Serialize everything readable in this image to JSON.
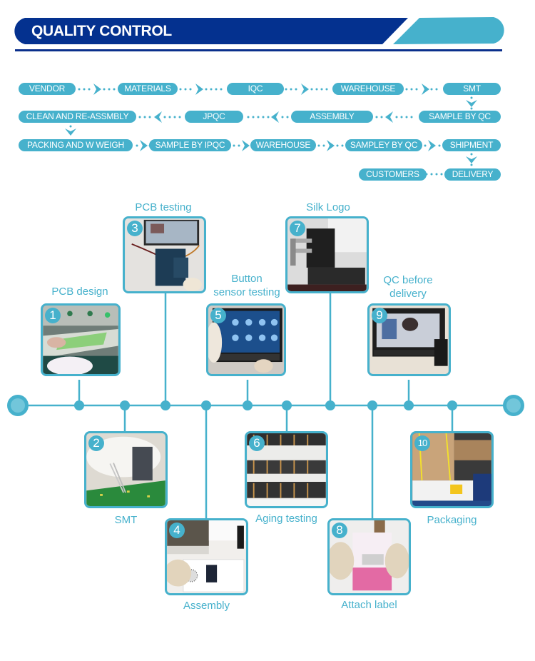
{
  "header": {
    "title": "QUALITY CONTROL",
    "colors": {
      "primary": "#04318f",
      "accent": "#46b1cc"
    }
  },
  "flow": {
    "row1": [
      "VENDOR",
      "MATERIALS",
      "IQC",
      "WAREHOUSE",
      "SMT"
    ],
    "row2": [
      "CLEAN AND RE-ASSMBLY",
      "JPQC",
      "ASSEMBLY",
      "SAMPLE BY QC"
    ],
    "row3": [
      "PACKING AND W WEIGH",
      "SAMPLE BY IPQC",
      "WAREHOUSE",
      "SAMPLEY BY QC",
      "SHIPMENT"
    ],
    "row4": [
      "CUSTOMERS",
      "DELIVERY"
    ]
  },
  "steps": [
    {
      "num": "1",
      "label": "PCB design",
      "photo": "pcb-cutting-machine"
    },
    {
      "num": "2",
      "label": "SMT",
      "photo": "tweezers-on-circuit-board"
    },
    {
      "num": "3",
      "label": "PCB testing",
      "photo": "screen-connected-to-board"
    },
    {
      "num": "4",
      "label": "Assembly",
      "photo": "screwing-intercom-panel"
    },
    {
      "num": "5",
      "label_line1": "Button",
      "label_line2": "sensor testing",
      "photo": "touchscreen-menu-test"
    },
    {
      "num": "6",
      "label": "Aging testing",
      "photo": "racks-of-devices"
    },
    {
      "num": "7",
      "label": "Silk Logo",
      "photo": "silk-print-machine"
    },
    {
      "num": "8",
      "label": "Attach label",
      "photo": "gloved-hands-with-label-box"
    },
    {
      "num": "9",
      "label_line1": "QC before",
      "label_line2": "delivery",
      "photo": "monitor-video-check"
    },
    {
      "num": "10",
      "label": "Packaging",
      "photo": "strapping-machine-box"
    }
  ]
}
